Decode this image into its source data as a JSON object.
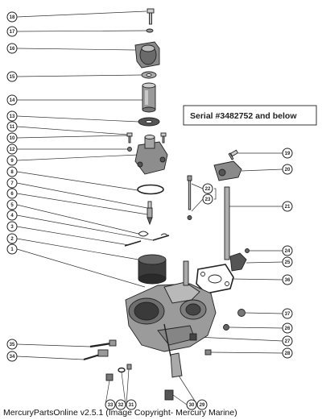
{
  "serial_label": "Serial #3482752 and below",
  "footer": {
    "app": "MercuryPartsOnline v2.5.1",
    "copyright": "(Image Copyright- Mercury Marine)"
  },
  "callouts": [
    {
      "num": "18"
    },
    {
      "num": "17"
    },
    {
      "num": "16"
    },
    {
      "num": "15"
    },
    {
      "num": "14"
    },
    {
      "num": "13"
    },
    {
      "num": "11"
    },
    {
      "num": "10"
    },
    {
      "num": "12"
    },
    {
      "num": "9"
    },
    {
      "num": "8"
    },
    {
      "num": "7"
    },
    {
      "num": "6"
    },
    {
      "num": "5"
    },
    {
      "num": "4"
    },
    {
      "num": "3"
    },
    {
      "num": "2"
    },
    {
      "num": "1"
    },
    {
      "num": "19"
    },
    {
      "num": "20"
    },
    {
      "num": "22"
    },
    {
      "num": "23"
    },
    {
      "num": "21"
    },
    {
      "num": "24"
    },
    {
      "num": "25"
    },
    {
      "num": "36"
    },
    {
      "num": "37"
    },
    {
      "num": "26"
    },
    {
      "num": "27"
    },
    {
      "num": "28"
    },
    {
      "num": "35"
    },
    {
      "num": "34"
    },
    {
      "num": "33"
    },
    {
      "num": "32"
    },
    {
      "num": "31"
    },
    {
      "num": "30"
    },
    {
      "num": "29"
    }
  ]
}
